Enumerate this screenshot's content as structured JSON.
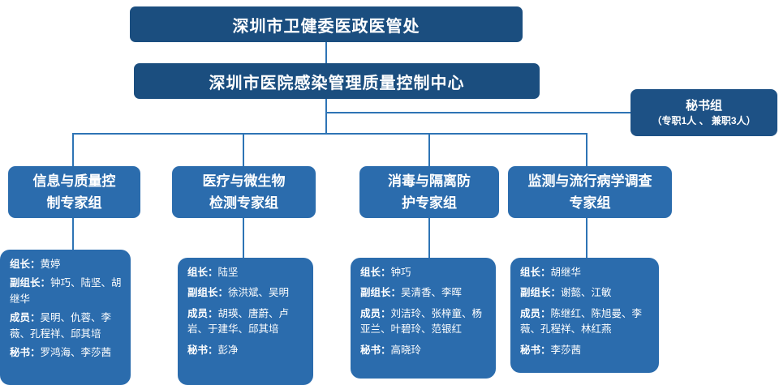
{
  "colors": {
    "primary_dark": "#1B4E7F",
    "primary_medium": "#2B6CAD",
    "secretary_box": "#1D5185",
    "connector": "#2E74B5",
    "text": "#FFFFFF"
  },
  "org": {
    "root_title": "深圳市卫健委医政医管处",
    "center_title": "深圳市医院感染管理质量控制中心",
    "secretary": {
      "title": "秘书组",
      "note": "（专职1人 、 兼职3人）"
    }
  },
  "groups": [
    {
      "title": "信息与质量控制专家组",
      "rows": [
        {
          "label": "组长：",
          "value": "黄婷"
        },
        {
          "label": "副组长：",
          "value": "钟巧、陆坚、胡继华"
        },
        {
          "label": "成员：",
          "value": "吴明、仇蓉、李薇、孔程祥、邱其培"
        },
        {
          "label": "秘书：",
          "value": "罗鸿海、李莎茜"
        }
      ]
    },
    {
      "title": "医疗与微生物检测专家组",
      "rows": [
        {
          "label": "组长：",
          "value": "陆坚"
        },
        {
          "label": "副组长：",
          "value": "徐洪斌、吴明"
        },
        {
          "label": "成员：",
          "value": "胡瑛、唐蔚、卢岩、于建华、邱其培"
        },
        {
          "label": "秘书：",
          "value": "彭净"
        }
      ]
    },
    {
      "title": "消毒与隔离防护专家组",
      "rows": [
        {
          "label": "组长：",
          "value": "钟巧"
        },
        {
          "label": "副组长：",
          "value": "吴清香、李晖"
        },
        {
          "label": "成员：",
          "value": "刘洁玲、张梓童、杨亚兰、叶碧玲、范银红"
        },
        {
          "label": "秘书：",
          "value": "高晓玲"
        }
      ]
    },
    {
      "title": "监测与流行病学调查专家组",
      "rows": [
        {
          "label": "组长：",
          "value": "胡继华"
        },
        {
          "label": "副组长：",
          "value": "谢懿、江敏"
        },
        {
          "label": "成员：",
          "value": "陈继红、陈旭曼、李薇、孔程祥、林红燕"
        },
        {
          "label": "秘书：",
          "value": "李莎茜"
        }
      ]
    }
  ]
}
